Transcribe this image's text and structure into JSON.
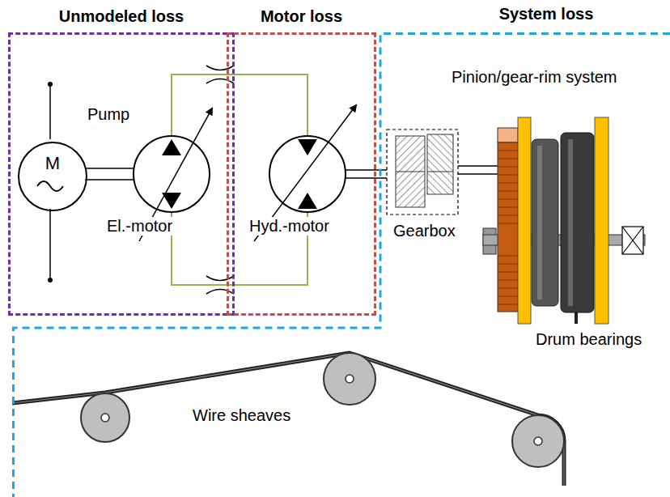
{
  "diagram": {
    "nodes": [
      {
        "text": [
          "Unmodeled loss"
        ]
      },
      {
        "text": [
          "Motor loss"
        ]
      },
      {
        "text": [
          "System loss"
        ]
      },
      {
        "text": [
          "M"
        ],
        "in": 0
      }
    ],
    "labels": [
      "Pump",
      "El.-motor",
      "Hyd.-motor",
      "Gearbox",
      "Pinion/gear-rim system",
      "Drum bearings",
      "Wire sheaves"
    ]
  }
}
